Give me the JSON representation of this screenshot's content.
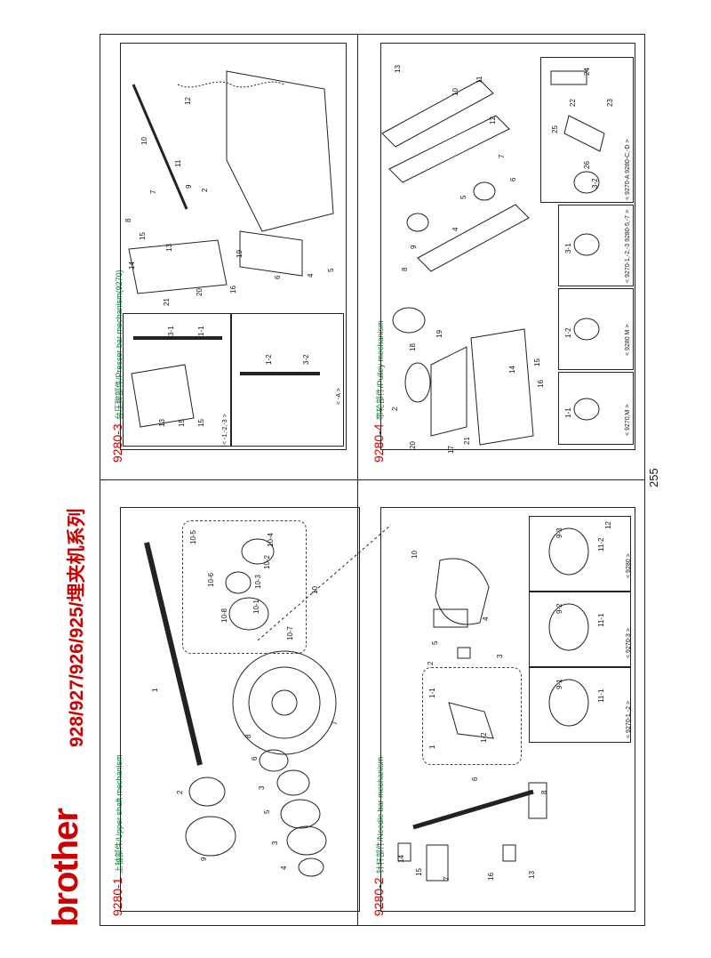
{
  "header": {
    "brand": "brother",
    "series_title": "928/927/926/925/埋夹机系列"
  },
  "page_number": "255",
  "sections": [
    {
      "code": "9280-1",
      "title": "上轴部件/Upper shaft mechanism",
      "callouts": [
        "1",
        "2",
        "3",
        "3",
        "4",
        "5",
        "6",
        "7",
        "8",
        "9",
        "10",
        "10-1",
        "10-2",
        "10-3",
        "10-4",
        "10-5",
        "10-6",
        "10-7",
        "10-8"
      ]
    },
    {
      "code": "9280-2",
      "title": "针杆部件/Needle bar mechanism",
      "callouts": [
        "1",
        "1-1",
        "1-2",
        "2",
        "3",
        "4",
        "5",
        "6",
        "7",
        "8",
        "10",
        "13",
        "14",
        "15",
        "16"
      ],
      "variants": [
        "< 9270-1,-2 >",
        "< 9270-3 >",
        "< 9280 >"
      ],
      "variant_callouts": [
        "9-1",
        "11-1",
        "9-2",
        "11-1",
        "9-3",
        "11-2",
        "12"
      ]
    },
    {
      "code": "9280-3",
      "title": "台压脚部件/Presser bar mechanism(9270)",
      "callouts": [
        "2",
        "4",
        "5",
        "6",
        "7",
        "8",
        "9",
        "10",
        "11",
        "12",
        "13",
        "14",
        "15",
        "16",
        "19",
        "20",
        "21"
      ],
      "variants": [
        "< -1,-2,-3 >",
        "< -A >"
      ],
      "variant_callouts": [
        "3-1",
        "1-1",
        "13",
        "15",
        "15",
        "1-2",
        "3-2"
      ]
    },
    {
      "code": "9280-4",
      "title": "带轮部件/Pulley mechanism",
      "callouts": [
        "2",
        "4",
        "5",
        "6",
        "7",
        "8",
        "9",
        "10",
        "11",
        "12",
        "13",
        "14",
        "15",
        "16",
        "17",
        "18",
        "19",
        "20",
        "21"
      ],
      "variants": [
        "< 9270,M >",
        "< 9280 M >",
        "< 9270-1,-2,-3 9280-5,-7 >",
        "< 9270-A 9280-C,-D >"
      ],
      "variant_callouts": [
        "1-1",
        "1-2",
        "3-1",
        "3-2",
        "22",
        "23",
        "24",
        "25",
        "26"
      ]
    }
  ]
}
